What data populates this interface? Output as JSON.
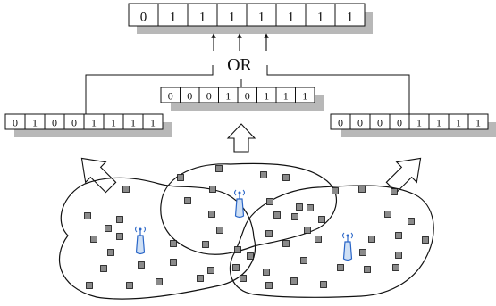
{
  "combined_vector": [
    "0",
    "1",
    "1",
    "1",
    "1",
    "1",
    "1",
    "1"
  ],
  "operator_label": "OR",
  "vectors": {
    "left": [
      "0",
      "1",
      "0",
      "0",
      "1",
      "1",
      "1",
      "1"
    ],
    "middle": [
      "0",
      "0",
      "0",
      "1",
      "0",
      "1",
      "1",
      "1"
    ],
    "right": [
      "0",
      "0",
      "0",
      "0",
      "1",
      "1",
      "1",
      "1"
    ]
  },
  "colors": {
    "stroke": "#111111",
    "shadow": "#b8b8b8",
    "cell_fill": "#ffffff",
    "node_fill": "#8a8a8a",
    "tower_fill": "#cfe0f5",
    "tower_stroke": "#2a66c8"
  },
  "icons": [
    "hollow-up-arrow-icon",
    "sensor-node-icon",
    "radio-tower-icon",
    "solid-up-arrow-icon"
  ]
}
